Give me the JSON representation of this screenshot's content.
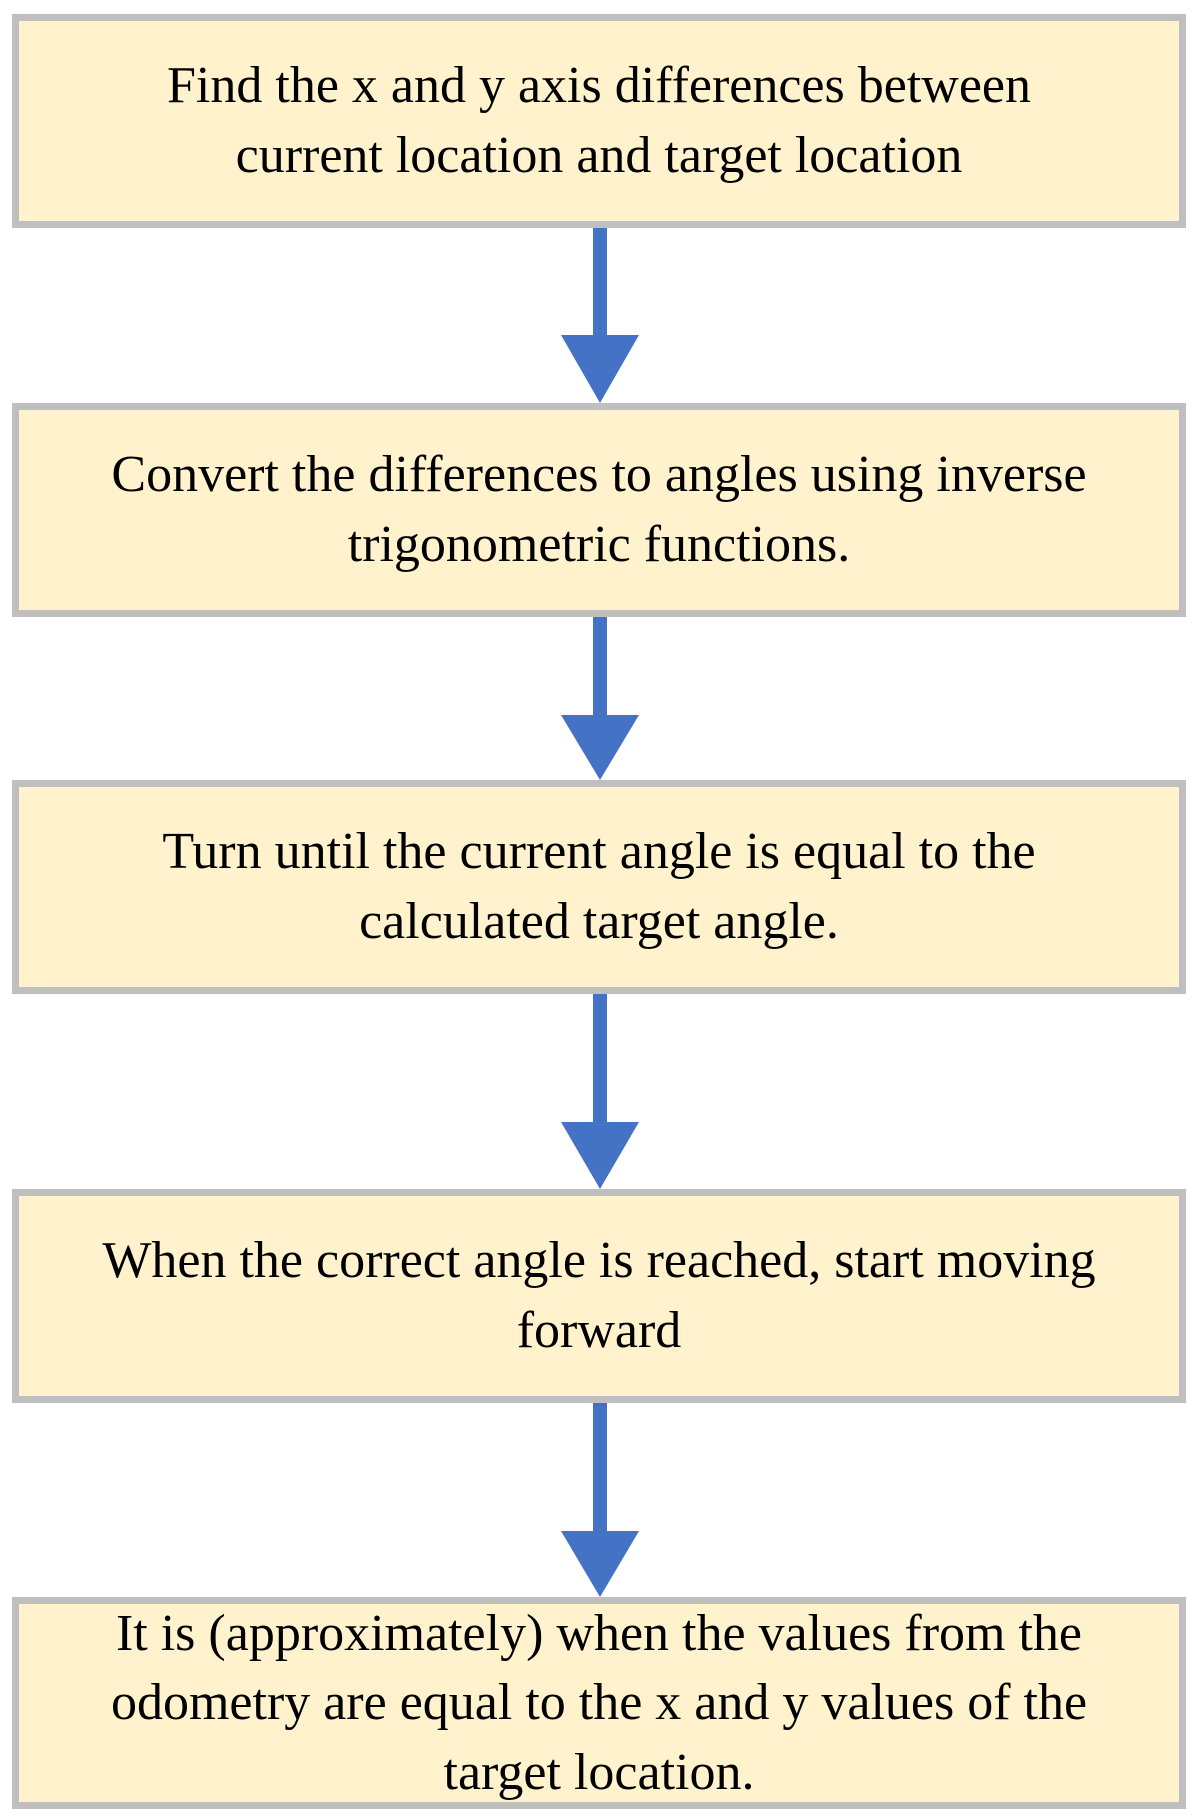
{
  "colors": {
    "box_fill": "#fff2cc",
    "box_border": "#bfbfbf",
    "arrow": "#4472c4",
    "text": "#000000"
  },
  "steps": [
    {
      "text": "Find the x and y axis   differences   between\ncurrent   location and target   location"
    },
    {
      "text": "Convert the differences to angles using inverse\ntrigonometric functions."
    },
    {
      "text": "Turn until the current angle is equal to the\ncalculated target angle."
    },
    {
      "text": "When the correct angle is reached, start moving\nforward"
    },
    {
      "text": "It is (approximately) when the values from the\nodometry are equal to the x and y values of the\ntarget location."
    }
  ],
  "arrows": [
    {
      "icon": "arrow-down-icon"
    },
    {
      "icon": "arrow-down-icon"
    },
    {
      "icon": "arrow-down-icon"
    },
    {
      "icon": "arrow-down-icon"
    }
  ]
}
